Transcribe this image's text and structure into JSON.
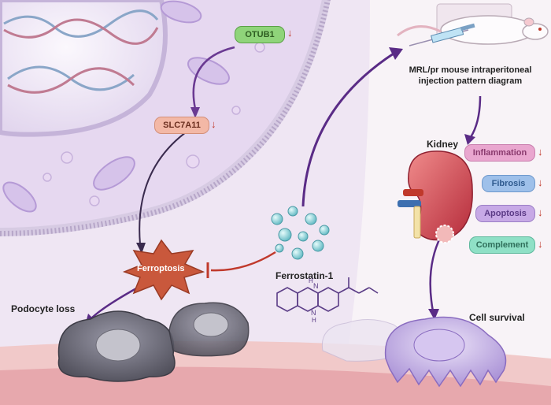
{
  "nodes": {
    "otub1": "OTUB1",
    "slc7a11": "SLC7A11",
    "ferroptosis": "Ferroptosis",
    "ferrostatin": "Ferrostatin-1",
    "podocyte_loss": "Podocyte loss",
    "mouse_caption": "MRL/pr mouse intraperitoneal injection pattern diagram",
    "kidney": "Kidney",
    "cell_survival": "Cell survival"
  },
  "effects": [
    "Inflammation",
    "Fibrosis",
    "Apoptosis",
    "Complement"
  ],
  "molecule_atoms": {
    "h1": "H",
    "n1": "N",
    "n2": "N",
    "h2": "H"
  },
  "colors": {
    "otub1": "#8fd47a",
    "slc7a11": "#f3b8a6",
    "ferroptosis": "#c9583c",
    "inflammation": "#e9a6cf",
    "fibrosis": "#9ec0ea",
    "apoptosis": "#c7a9e6",
    "complement": "#8fe0c6",
    "down_arrow": "#c0392b"
  }
}
